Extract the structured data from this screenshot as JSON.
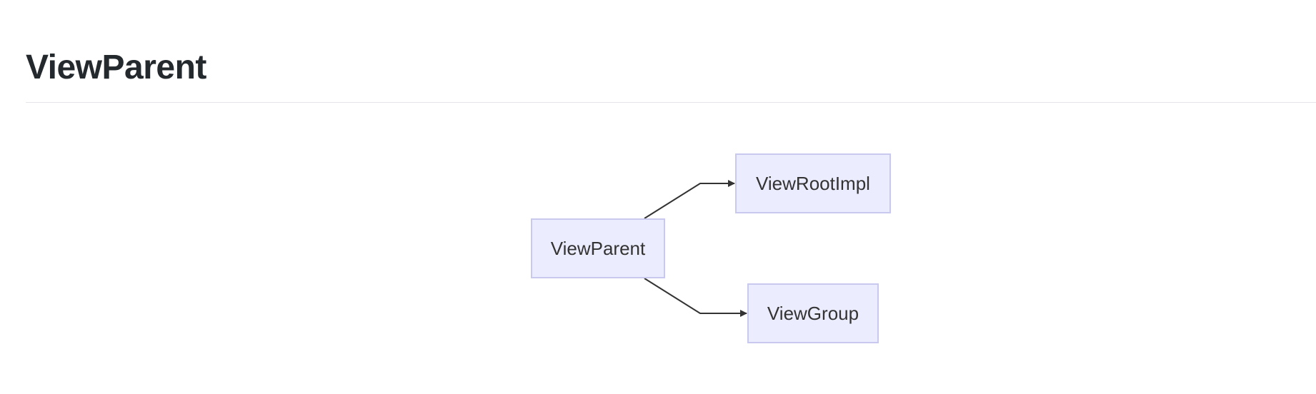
{
  "page": {
    "title": "ViewParent"
  },
  "diagram": {
    "nodes": [
      {
        "id": "viewparent",
        "label": "ViewParent"
      },
      {
        "id": "viewrootimpl",
        "label": "ViewRootImpl"
      },
      {
        "id": "viewgroup",
        "label": "ViewGroup"
      }
    ],
    "edges": [
      {
        "from": "viewparent",
        "to": "viewrootimpl"
      },
      {
        "from": "viewparent",
        "to": "viewgroup"
      }
    ],
    "colors": {
      "node_fill": "#ececff",
      "node_border": "#c9c9f0",
      "edge": "#333333"
    }
  }
}
